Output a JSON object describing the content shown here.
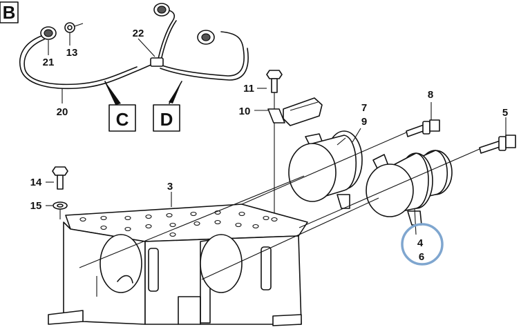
{
  "view": {
    "label": "B"
  },
  "section_labels": {
    "c": "C",
    "d": "D"
  },
  "callouts": {
    "n3": "3",
    "n4": "4",
    "n5": "5",
    "n6": "6",
    "n7": "7",
    "n8": "8",
    "n9": "9",
    "n10": "10",
    "n11": "11",
    "n13": "13",
    "n14": "14",
    "n15": "15",
    "n20": "20",
    "n21": "21",
    "n22": "22"
  },
  "colors": {
    "line": "#111111",
    "highlight_ring": "#7fa6cf",
    "background": "#ffffff"
  }
}
